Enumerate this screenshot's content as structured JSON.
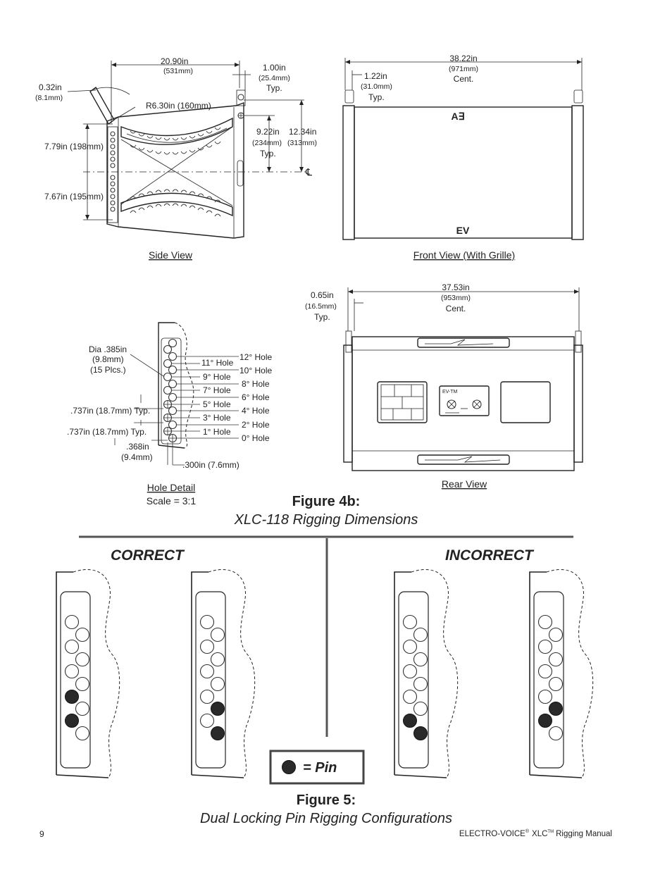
{
  "side_view": {
    "title": "Side View",
    "dim_width": "20.90in",
    "dim_width_mm": "(531mm)",
    "dim_032": "0.32in",
    "dim_032_mm": "(8.1mm)",
    "dim_radius": "R6.30in (160mm)",
    "dim_100": "1.00in",
    "dim_100_mm": "(25.4mm)",
    "dim_100_typ": "Typ.",
    "dim_922": "9.22in",
    "dim_922_mm": "(234mm)",
    "dim_922_typ": "Typ.",
    "dim_1234": "12.34in",
    "dim_1234_mm": "(313mm)",
    "dim_779": "7.79in (198mm)",
    "dim_767": "7.67in (195mm)",
    "centerline": "℄"
  },
  "front_view": {
    "title": "Front View (With Grille)",
    "dim_width": "38.22in",
    "dim_width_mm": "(971mm)",
    "dim_width_cent": "Cent.",
    "dim_122": "1.22in",
    "dim_122_mm": "(31.0mm)",
    "dim_122_typ": "Typ.",
    "logo_top": "A∃",
    "logo_bottom": "EV"
  },
  "hole_detail": {
    "title": "Hole Detail",
    "scale": "Scale = 3:1",
    "dia": "Dia .385in",
    "dia_mm": "(9.8mm)",
    "dia_count": "(15 Plcs.)",
    "dim_737a": ".737in (18.7mm) Typ.",
    "dim_737b": ".737in (18.7mm) Typ.",
    "dim_368": ".368in",
    "dim_368_mm": "(9.4mm)",
    "dim_300": ".300in (7.6mm)",
    "labels_left": [
      "11° Hole",
      "9° Hole",
      "7° Hole",
      "5° Hole",
      "3° Hole",
      "1° Hole"
    ],
    "labels_right": [
      "12° Hole",
      "10° Hole",
      "8° Hole",
      "6° Hole",
      "4° Hole",
      "2° Hole",
      "0° Hole"
    ]
  },
  "rear_view": {
    "title": "Rear View",
    "dim_width": "37.53in",
    "dim_width_mm": "(953mm)",
    "dim_width_cent": "Cent.",
    "dim_065": "0.65in",
    "dim_065_mm": "(16.5mm)",
    "dim_065_typ": "Typ.",
    "panel_label": "EV-TM"
  },
  "figure4b": {
    "label": "Figure 4b:",
    "caption": "XLC-118 Rigging Dimensions"
  },
  "figure5": {
    "correct": "CORRECT",
    "incorrect": "INCORRECT",
    "legend": "= Pin",
    "label": "Figure 5:",
    "caption": "Dual Locking Pin Rigging Configurations"
  },
  "footer": {
    "page_number": "9",
    "brand": "ELECTRO-VOICE",
    "brand_reg": "®",
    "product": "XLC",
    "product_tm": "TM",
    "manual": "Rigging Manual"
  }
}
